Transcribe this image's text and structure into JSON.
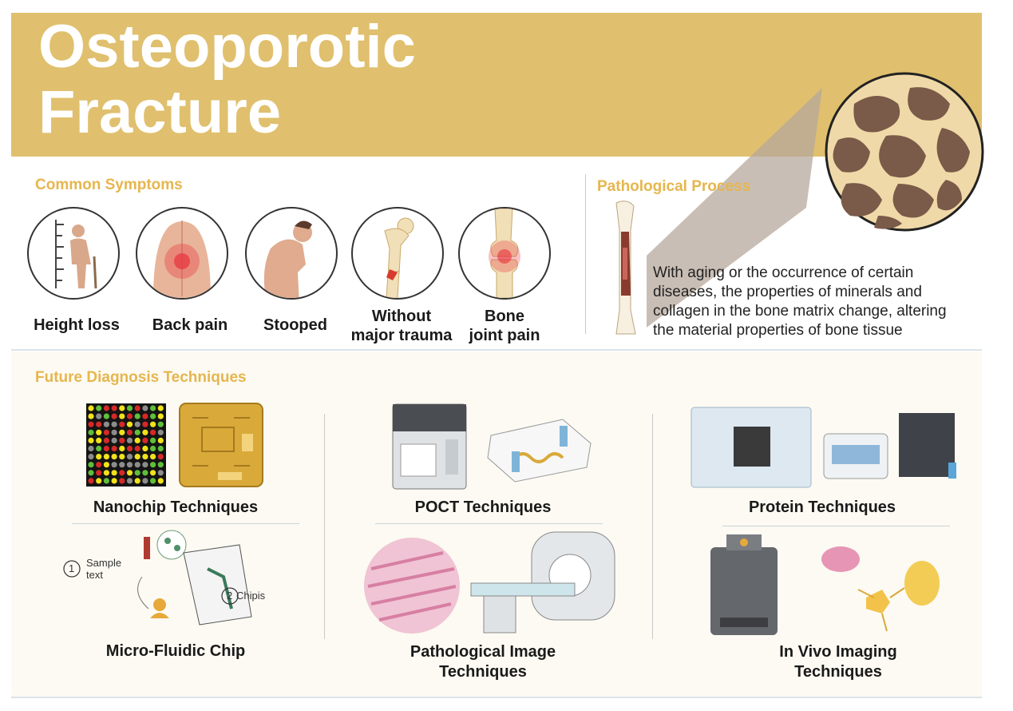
{
  "title": {
    "line1": "Osteoporotic",
    "line2": "Fracture"
  },
  "symptoms": {
    "heading": "Common Symptoms",
    "items": [
      {
        "label": "Height loss"
      },
      {
        "label": "Back pain"
      },
      {
        "label": "Stooped"
      },
      {
        "label_line1": "Without",
        "label_line2": "major trauma"
      },
      {
        "label_line1": "Bone",
        "label_line2": "joint pain"
      }
    ]
  },
  "pathological": {
    "heading": "Pathological Process",
    "line1": "With aging or the occurrence of certain",
    "line2": "diseases, the properties of minerals and",
    "line3": "collagen in the bone matrix change, altering",
    "line4": "the material properties of bone tissue"
  },
  "future": {
    "heading": "Future Diagnosis Techniques",
    "nanochip": "Nanochip Techniques",
    "microfluidic": "Micro-Fluidic Chip",
    "sample_line1": "Sample",
    "sample_line2": "text",
    "step1": "1",
    "step2": "2",
    "chipis": "Chipis",
    "poct": "POCT Techniques",
    "patho_line1": "Pathological Image",
    "patho_line2": "Techniques",
    "protein": "Protein Techniques",
    "invivo_line1": "In Vivo Imaging",
    "invivo_line2": "Techniques"
  },
  "colors": {
    "banner": "#e0c06e",
    "accent": "#e6b64e",
    "bone": "#f1dfb7",
    "pain": "#e8323c"
  }
}
